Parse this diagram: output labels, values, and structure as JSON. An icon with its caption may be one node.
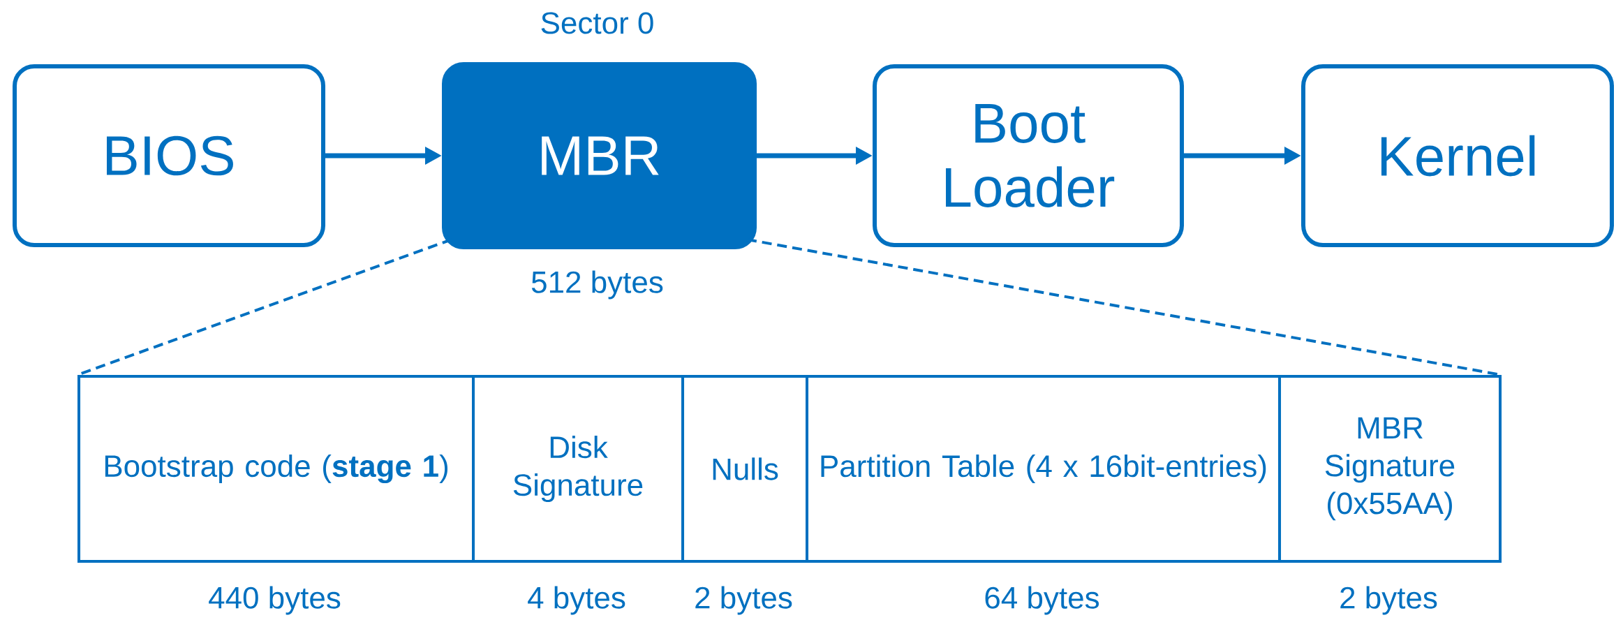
{
  "diagram": {
    "nodes": [
      {
        "text": [
          "BIOS"
        ]
      },
      {
        "text": [
          "MBR"
        ],
        "beside": [
          "Sector 0",
          "512 bytes"
        ]
      },
      {
        "text": [
          "Boot Loader"
        ]
      },
      {
        "text": [
          "Kernel"
        ]
      },
      {
        "text": [],
        "shape": "box"
      },
      {
        "text": [
          "Bootstrap code (**stage 1**)"
        ],
        "in": 4,
        "beside": [
          "440 bytes"
        ]
      },
      {
        "text": [
          "Disk Signature"
        ],
        "in": 4,
        "beside": [
          "4 bytes"
        ]
      },
      {
        "text": [
          "Nulls"
        ],
        "in": 4,
        "beside": [
          "2 bytes"
        ]
      },
      {
        "text": [
          "Partition Table (4 x 16bit-entries)"
        ],
        "in": 4,
        "beside": [
          "64 bytes"
        ]
      },
      {
        "text": [
          "MBR Signature (0x55AA)"
        ],
        "in": 4,
        "beside": [
          "2 bytes"
        ]
      }
    ],
    "edges": [
      {
        "from": 0,
        "to": 1,
        "arrow": "to"
      },
      {
        "from": 1,
        "to": 2,
        "arrow": "to"
      },
      {
        "from": 2,
        "to": 3,
        "arrow": "to"
      },
      {
        "from": 1,
        "to": 4,
        "arrow": "none",
        "style": "dashed"
      },
      {
        "from": 1,
        "to": 4,
        "arrow": "none",
        "style": "dashed"
      }
    ]
  }
}
